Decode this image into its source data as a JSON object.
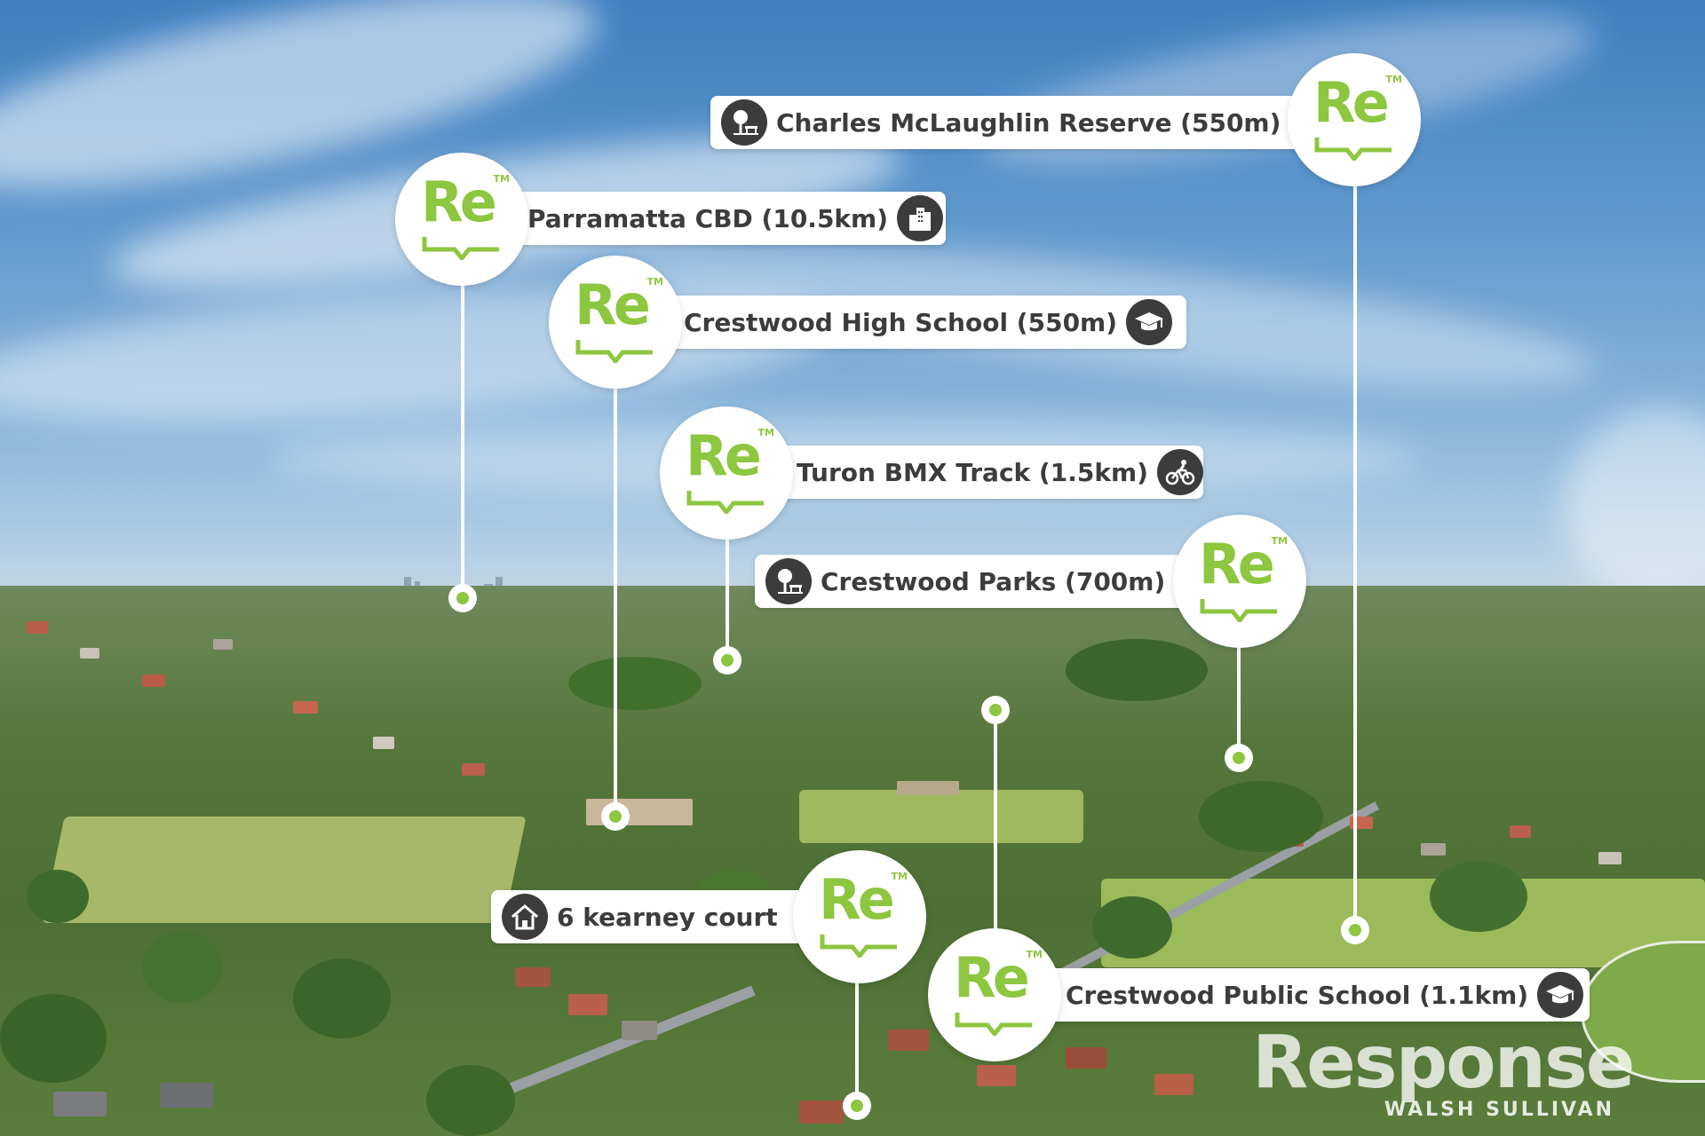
{
  "brand": {
    "logo_text": "Re",
    "trademark": "TM",
    "watermark_word": "Response",
    "watermark_sub": "WALSH SULLIVAN",
    "accent_color": "#8dc63f",
    "label_text_color": "#3c3c3c",
    "icon_bg_color": "#3c3c3c"
  },
  "callouts": [
    {
      "id": "charles-mclaughlin-reserve",
      "label": "Charles McLaughlin Reserve (550m)",
      "icon": "park-icon"
    },
    {
      "id": "parramatta-cbd",
      "label": "Parramatta CBD (10.5km)",
      "icon": "city-buildings-icon"
    },
    {
      "id": "crestwood-high-school",
      "label": "Crestwood High School (550m)",
      "icon": "graduation-cap-icon"
    },
    {
      "id": "turon-bmx-track",
      "label": "Turon BMX Track (1.5km)",
      "icon": "bmx-bike-icon"
    },
    {
      "id": "crestwood-parks",
      "label": "Crestwood Parks (700m)",
      "icon": "park-icon"
    },
    {
      "id": "property",
      "label": "6 kearney court",
      "icon": "house-icon"
    },
    {
      "id": "crestwood-public-school",
      "label": "Crestwood Public School (1.1km)",
      "icon": "graduation-cap-icon"
    }
  ]
}
